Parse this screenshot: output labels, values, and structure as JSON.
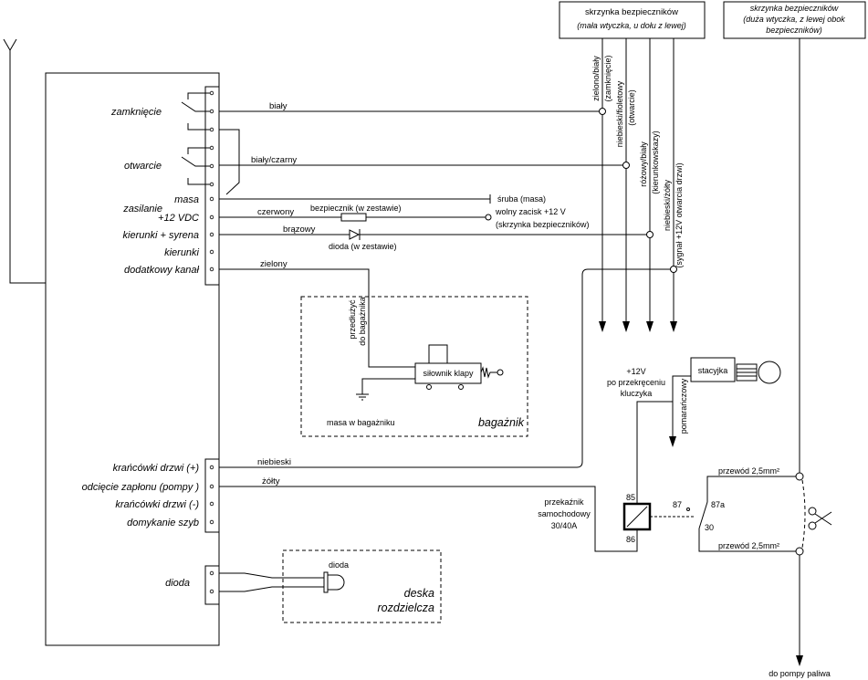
{
  "module": {
    "zamkniecie": "zamknięcie",
    "otwarcie": "otwarcie",
    "zasilanie": "zasilanie",
    "masa": "masa",
    "plus12vdc": "+12 VDC",
    "kierunki_syrena": "kierunki + syrena",
    "kierunki": "kierunki",
    "dodatkowy_kanal": "dodatkowy kanał",
    "krancowki_plus": "krańcówki drzwi (+)",
    "odciecie_zaplonu": "odcięcie zapłonu (pompy )",
    "krancowki_minus": "krańcówki drzwi (-)",
    "domykanie_szyb": "domykanie szyb",
    "dioda": "dioda"
  },
  "wires": {
    "bialy": "biały",
    "bialy_czarny": "biały/czarny",
    "czerwony": "czerwony",
    "brazowy": "brązowy",
    "zielony": "zielony",
    "niebieski": "niebieski",
    "zolty": "żółty",
    "pomaranczowy": "pomarańczowy",
    "przewod_top": "przewód 2,5mm²",
    "przewod_bottom": "przewód 2,5mm²"
  },
  "components": {
    "bezpiecznik": "bezpiecznik (w zestawie)",
    "dioda_w_zestawie": "dioda (w zestawie)",
    "sruba_masa": "śruba (masa)",
    "wolny_zacisk": "wolny zacisk +12 V",
    "wolny_zacisk_note": "(skrzynka bezpieczników)"
  },
  "fuse_box_small": {
    "title": "skrzynka bezpieczników",
    "subtitle": "(mała wtyczka, u dołu z lewej)",
    "wires": [
      {
        "color": "zielono/biały",
        "function": "(zamknięcie)"
      },
      {
        "color": "niebieski/fioletowy",
        "function": "(otwarcie)"
      },
      {
        "color": "różowy/biały",
        "function": "(kierunkowskazy)"
      },
      {
        "color": "niebieski/żółty",
        "function": "(sygnał +12V otwarcia drzwi)"
      }
    ]
  },
  "fuse_box_large": {
    "title": "skrzynka bezpieczników",
    "subtitle_1": "(duża wtyczka, z lewej obok",
    "subtitle_2": "bezpieczników)"
  },
  "trunk": {
    "extend_1": "przedłużyć",
    "extend_2": "do bagażnika",
    "actuator": "siłownik klapy",
    "ground": "masa w bagażniku",
    "area": "bagażnik"
  },
  "ignition": {
    "line_1": "+12V",
    "line_2": "po przekręceniu",
    "line_3": "kluczyka",
    "switch": "stacyjka"
  },
  "relay": {
    "name_1": "przekaźnik",
    "name_2": "samochodowy",
    "rating": "30/40A",
    "pin_85": "85",
    "pin_86": "86",
    "pin_87": "87",
    "pin_87a": "87a",
    "pin_30": "30"
  },
  "fuel_pump": "do pompy paliwa",
  "dashboard": {
    "led": "dioda",
    "area_1": "deska",
    "area_2": "rozdzielcza"
  }
}
